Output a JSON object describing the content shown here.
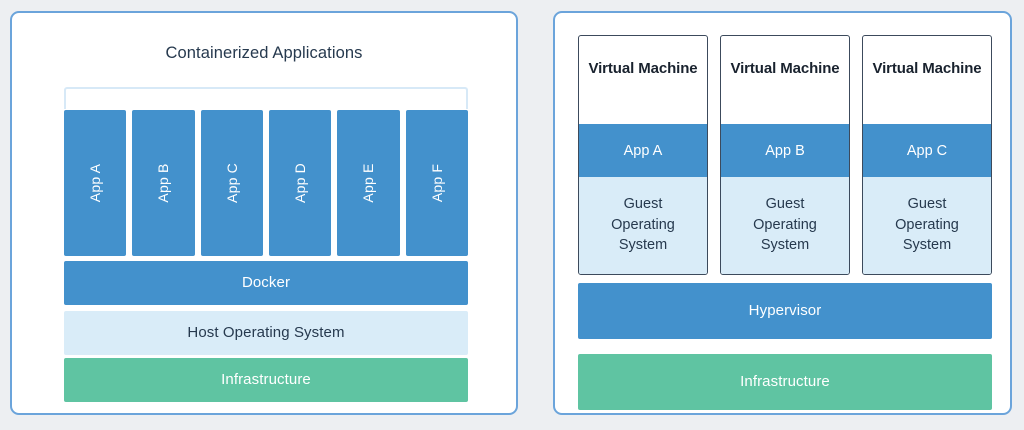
{
  "theme": {
    "page_background": "#edeff2",
    "panel_border": "#6ba4db",
    "panel_fill": "#ffffff",
    "accent_blue": "#4391cc",
    "light_blue": "#d9ecf8",
    "bracket_blue": "#d7e9f7",
    "green": "#5fc4a2",
    "text_dark": "#26394e",
    "text_light": "#ffffff",
    "vm_border": "#3c4a5c"
  },
  "containers_panel": {
    "title": "Containerized Applications",
    "apps": [
      {
        "label": "App A"
      },
      {
        "label": "App B"
      },
      {
        "label": "App C"
      },
      {
        "label": "App D"
      },
      {
        "label": "App E"
      },
      {
        "label": "App F"
      }
    ],
    "layers": [
      {
        "label": "Docker"
      },
      {
        "label": "Host Operating System"
      },
      {
        "label": "Infrastructure"
      }
    ]
  },
  "vms_panel": {
    "vms": [
      {
        "title": "Virtual Machine",
        "app": "App A",
        "guest_os": "Guest\nOperating\nSystem"
      },
      {
        "title": "Virtual Machine",
        "app": "App B",
        "guest_os": "Guest\nOperating\nSystem"
      },
      {
        "title": "Virtual Machine",
        "app": "App C",
        "guest_os": "Guest\nOperating\nSystem"
      }
    ],
    "layers": [
      {
        "label": "Hypervisor"
      },
      {
        "label": "Infrastructure"
      }
    ]
  }
}
